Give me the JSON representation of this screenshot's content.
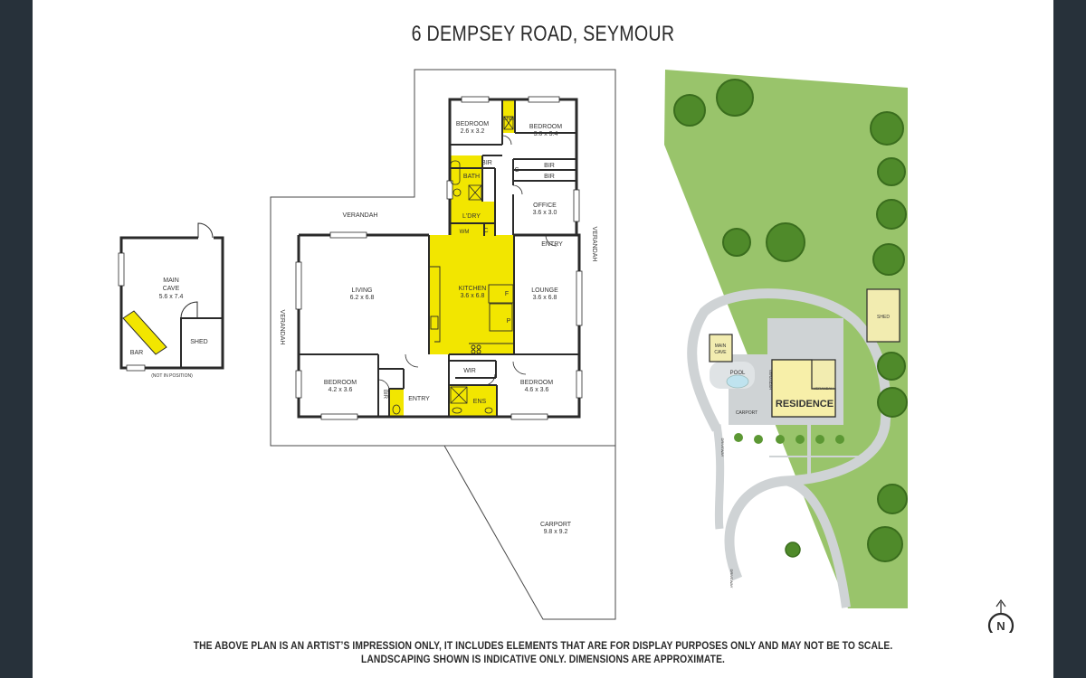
{
  "title": "6 DEMPSEY ROAD, SEYMOUR",
  "disclaimer": {
    "line1": "THE ABOVE PLAN IS AN ARTIST’S IMPRESSION ONLY, IT INCLUDES ELEMENTS THAT ARE FOR DISPLAY PURPOSES ONLY AND MAY NOT BE TO SCALE.",
    "line2": "LANDSCAPING SHOWN IS INDICATIVE ONLY. DIMENSIONS ARE APPROXIMATE."
  },
  "colors": {
    "wet_area": "#f2e600",
    "lawn": "#99c46b",
    "tree": "#4f8a2a",
    "path": "#cfd3d5",
    "wall": "#2a2a2a"
  },
  "cave": {
    "name_line1": "MAIN",
    "name_line2": "CAVE",
    "dims": "5.6 x 7.4",
    "bar": "BAR",
    "shed": "SHED",
    "note": "(NOT IN POSITION)"
  },
  "house": {
    "verandah_top": "VERANDAH",
    "verandah_left": "VERANDAH",
    "verandah_right": "VERANDAH",
    "bedroom1": {
      "name": "BEDROOM",
      "dims": "2.6 x 3.2"
    },
    "ens1": "ENS",
    "bedroom2": {
      "name": "BEDROOM",
      "dims": "3.6 x 3.4"
    },
    "bir1": "BIR",
    "bath": "BATH",
    "c1": "C",
    "bir2": "BIR",
    "bir3": "BIR",
    "laundry": "L'DRY",
    "wm": "WM",
    "c2": "C",
    "office": {
      "name": "OFFICE",
      "dims": "3.6 x 3.0"
    },
    "entry_right": "ENTRY",
    "living": {
      "name": "LIVING",
      "dims": "6.2 x 6.8"
    },
    "kitchen": {
      "name": "KITCHEN",
      "dims": "3.6 x 6.8"
    },
    "fridge": "F",
    "pantry": "P",
    "lounge": {
      "name": "LOUNGE",
      "dims": "3.6 x 6.8"
    },
    "bedroom3": {
      "name": "BEDROOM",
      "dims": "4.2 x 3.6"
    },
    "bir4": "BIR",
    "entry_front": "ENTRY",
    "wir": "WIR",
    "ens2": "ENS",
    "bedroom4": {
      "name": "BEDROOM",
      "dims": "4.6 x 3.6"
    },
    "carport": {
      "name": "CARPORT",
      "dims": "9.8 x 9.2"
    }
  },
  "site": {
    "residence": "RESIDENCE",
    "shed": "SHED",
    "main_cave_line1": "MAIN",
    "main_cave_line2": "CAVE",
    "pool": "POOL",
    "carport": "CARPORT",
    "verandah1": "VERANDAH",
    "verandah2": "VERANDAH",
    "driveway1": "DRIVEWAY",
    "driveway2": "DRIVEWAY"
  },
  "compass": "N"
}
